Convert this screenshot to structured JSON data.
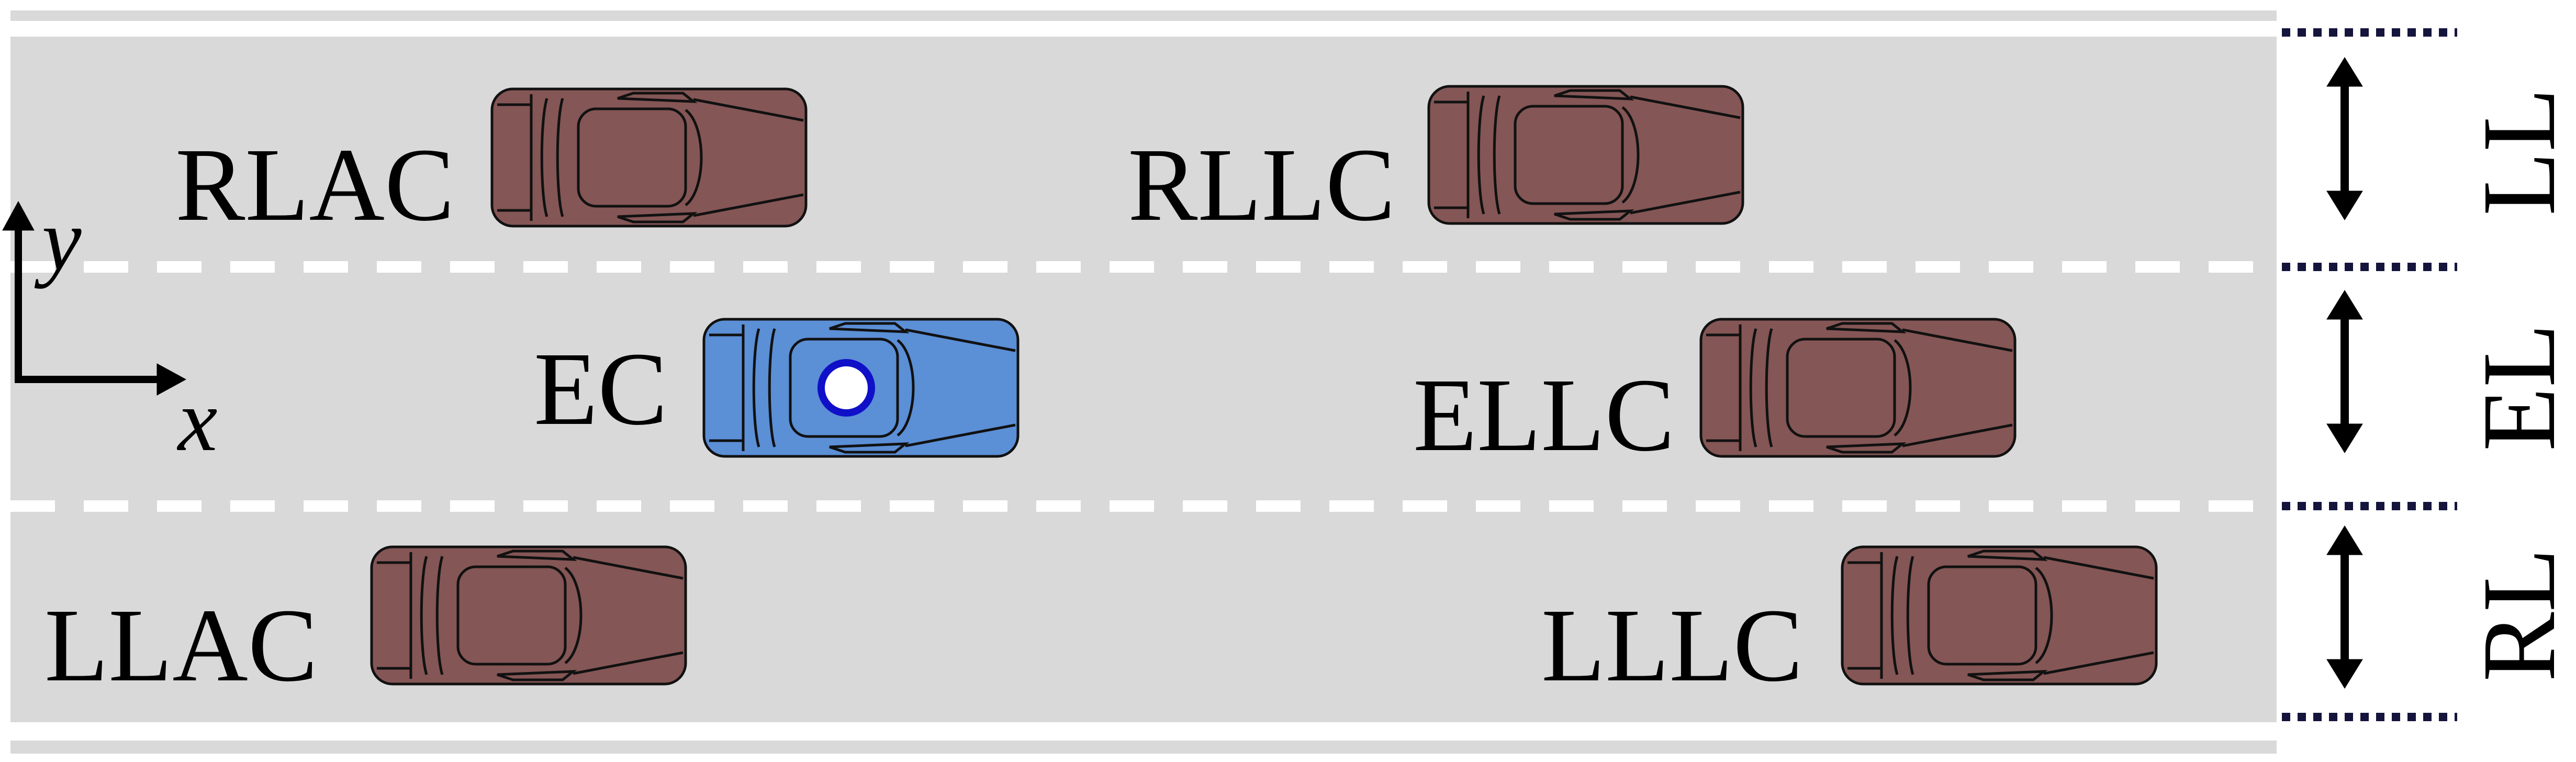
{
  "colors": {
    "road": "#d9d9d9",
    "lane_marking": "#ffffff",
    "ego_car": "#5b8fd6",
    "other_car": "#845655",
    "car_outline": "#111111",
    "ego_marker_fill": "#ffffff",
    "ego_marker_ring": "#1010c8",
    "boundary_dots": "#14143c",
    "arrow": "#000000"
  },
  "axes": {
    "x_label": "x",
    "y_label": "y"
  },
  "cars": [
    {
      "id": "rlac",
      "label": "RLAC",
      "ego": false
    },
    {
      "id": "rllc",
      "label": "RLLC",
      "ego": false
    },
    {
      "id": "ec",
      "label": "EC",
      "ego": true
    },
    {
      "id": "ellc",
      "label": "ELLC",
      "ego": false
    },
    {
      "id": "llac",
      "label": "LLAC",
      "ego": false
    },
    {
      "id": "lllc",
      "label": "LLLC",
      "ego": false
    }
  ],
  "lanes": [
    {
      "id": "ll",
      "label": "LL"
    },
    {
      "id": "el",
      "label": "EL"
    },
    {
      "id": "rl",
      "label": "RL"
    }
  ]
}
